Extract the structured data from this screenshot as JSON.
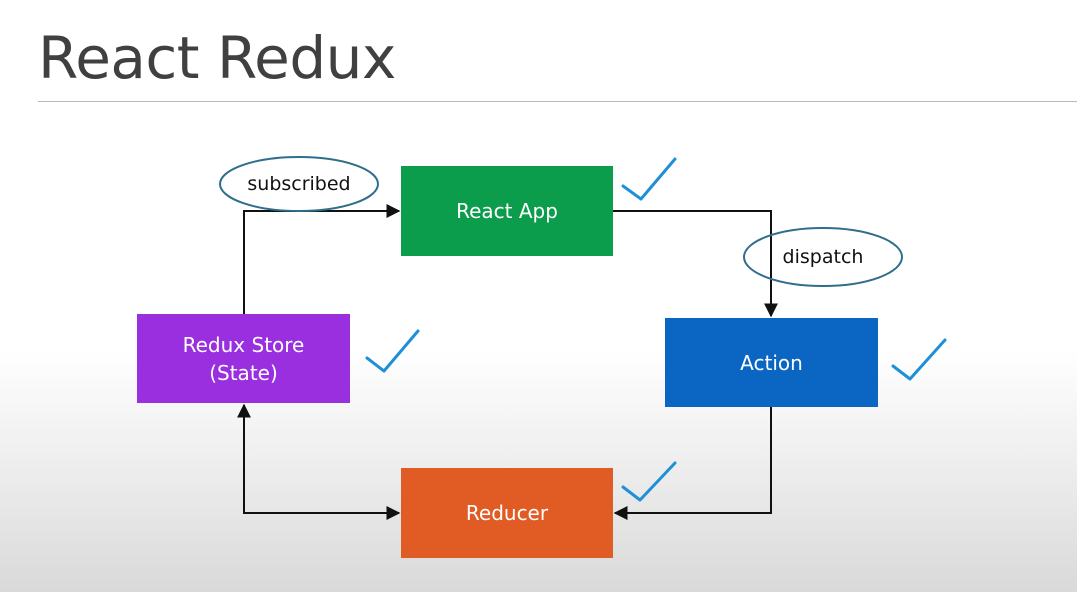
{
  "slide": {
    "title": "React Redux"
  },
  "nodes": {
    "react_app": {
      "label": "React App",
      "color": "#0c9d4c"
    },
    "action": {
      "label": "Action",
      "color": "#0a66c2"
    },
    "redux_store": {
      "label": "Redux Store\n(State)",
      "color": "#9a2fe0"
    },
    "reducer": {
      "label": "Reducer",
      "color": "#e15b24"
    }
  },
  "edge_labels": {
    "subscribed": "subscribed",
    "dispatch": "dispatch"
  },
  "colors": {
    "arrow": "#111111",
    "ellipse_outline": "#2f6e8c",
    "checkmark": "#1f8fd6"
  }
}
